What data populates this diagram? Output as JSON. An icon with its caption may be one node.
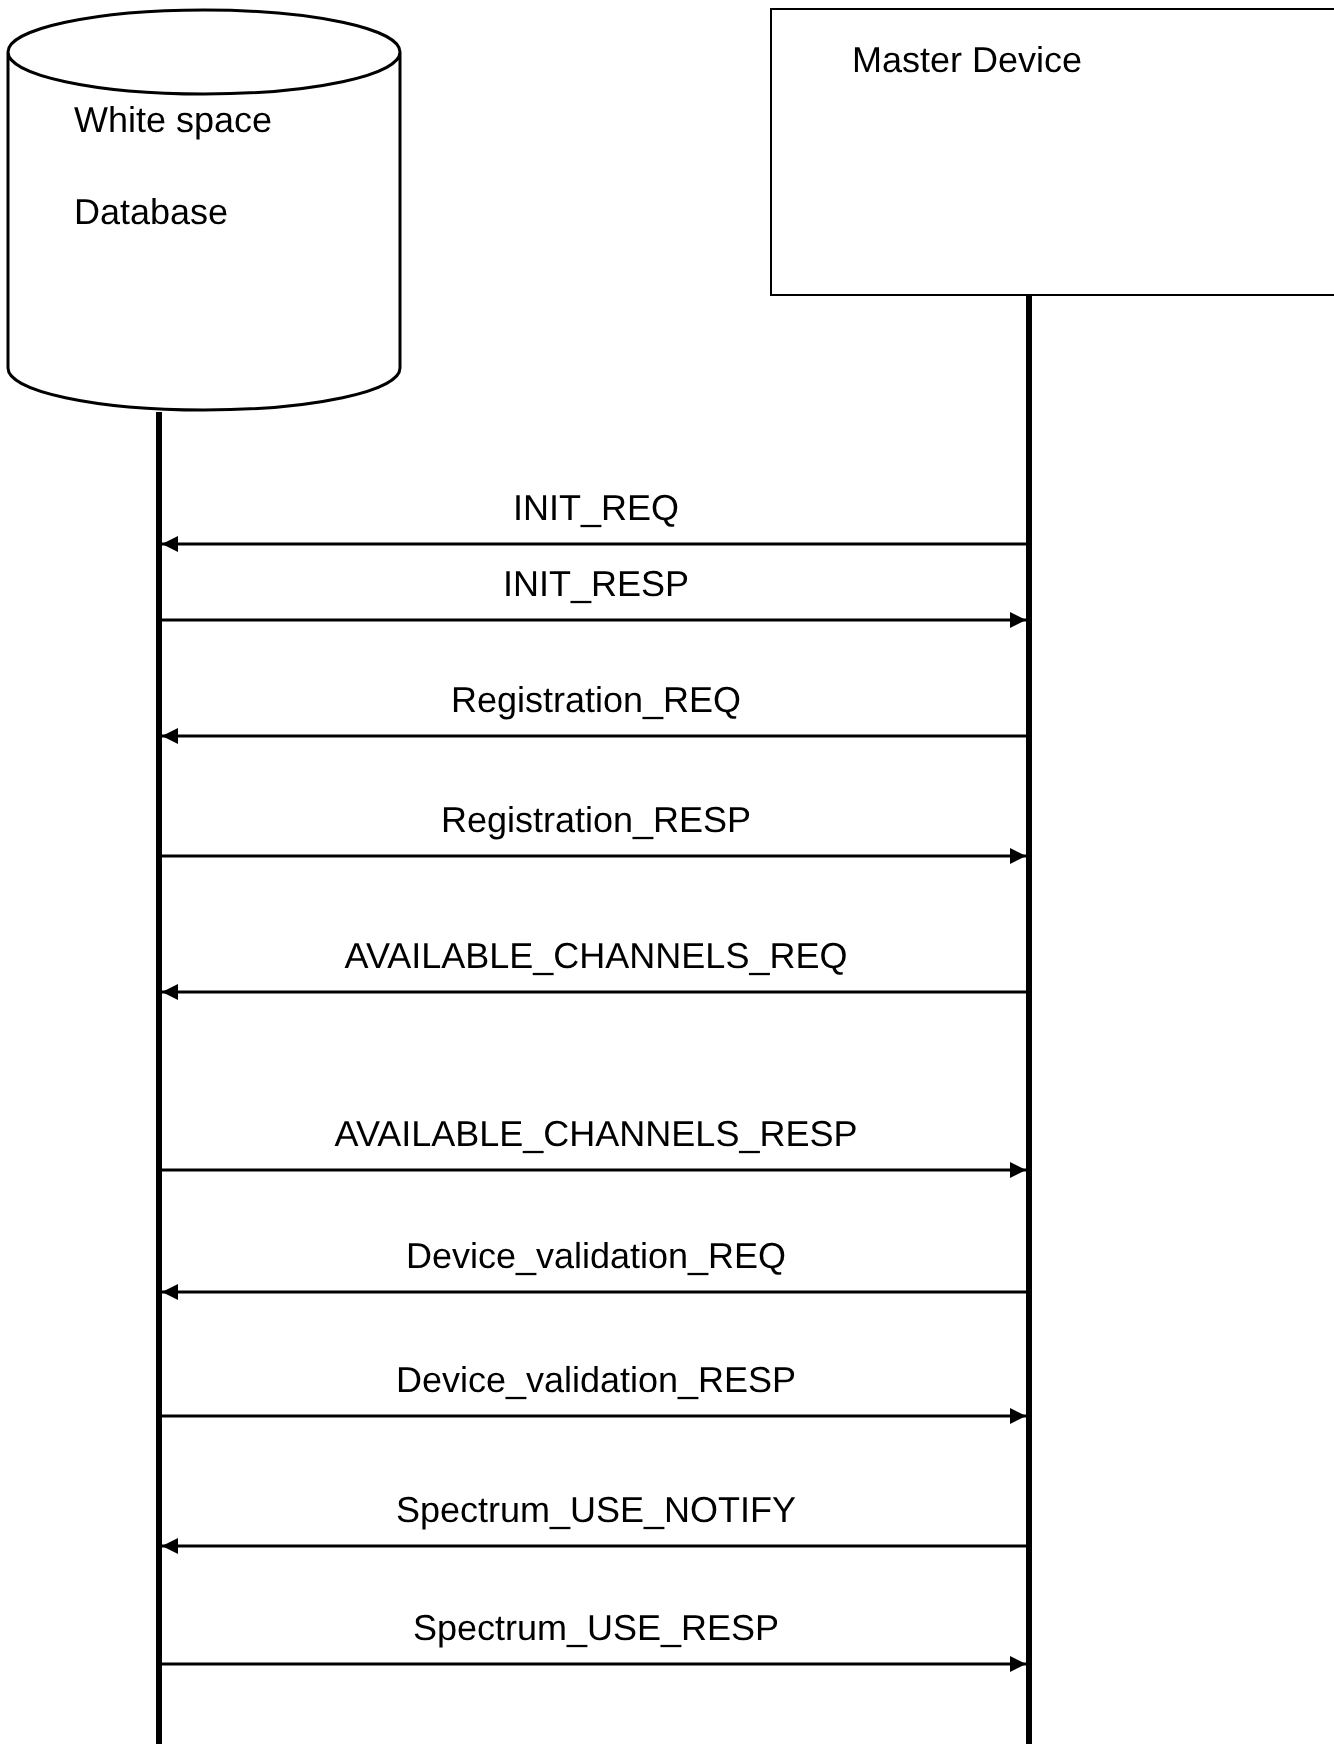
{
  "diagram": {
    "nodes": [
      {
        "text": [
          "White space Database"
        ]
      },
      {
        "text": [
          "Master Device"
        ]
      },
      {
        "text": [],
        "shape": "bar"
      },
      {
        "text": [],
        "shape": "bar"
      }
    ],
    "edges": [
      {
        "from": 3,
        "to": 2,
        "arrow": "to",
        "label": "INIT_REQ"
      },
      {
        "from": 2,
        "to": 3,
        "arrow": "to",
        "label": "INIT_RESP"
      },
      {
        "from": 3,
        "to": 2,
        "arrow": "to",
        "label": "Registration_REQ"
      },
      {
        "from": 2,
        "to": 3,
        "arrow": "to",
        "label": "Registration_RESP"
      },
      {
        "from": 3,
        "to": 2,
        "arrow": "to",
        "label": "AVAILABLE_CHANNELS_REQ"
      },
      {
        "from": 2,
        "to": 3,
        "arrow": "to",
        "label": "AVAILABLE_CHANNELS_RESP"
      },
      {
        "from": 3,
        "to": 2,
        "arrow": "to",
        "label": "Device_validation_REQ"
      },
      {
        "from": 2,
        "to": 3,
        "arrow": "to",
        "label": "Device_validation_RESP"
      },
      {
        "from": 3,
        "to": 2,
        "arrow": "to",
        "label": "Spectrum_USE_NOTIFY"
      },
      {
        "from": 2,
        "to": 3,
        "arrow": "to",
        "label": "Spectrum_USE_RESP"
      }
    ]
  }
}
